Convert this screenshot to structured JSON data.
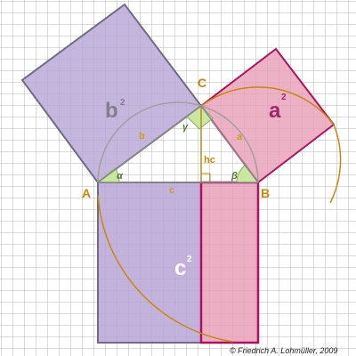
{
  "vertices": {
    "a": "A",
    "b": "B",
    "c": "C"
  },
  "squares": {
    "b2_base": "b",
    "a2_base": "a",
    "c2_base": "c",
    "exp": "2"
  },
  "sides": {
    "b": "b",
    "a": "a",
    "c": "c"
  },
  "angles": {
    "alpha": "α",
    "beta": "β",
    "gamma": "γ"
  },
  "height_label": "hc",
  "credit": "© Friedrich A. Lohmüller, 2009",
  "colors": {
    "background": "#ffffff",
    "grid": "#b4b4b4",
    "b2_fill": "#b8a6d6",
    "b2_stroke": "#716b86",
    "a2_fill": "#e8a0b8",
    "a2_stroke": "#b0105e",
    "c2_left_fill": "#b8a6d6",
    "c2_right_fill": "#e8a0b8",
    "vertex_label": "#c8880a",
    "arc": "#c8880a",
    "thales_arc": "#a0a0a0",
    "angle_fill": "#c8e8a0",
    "height": "#c8880a"
  }
}
